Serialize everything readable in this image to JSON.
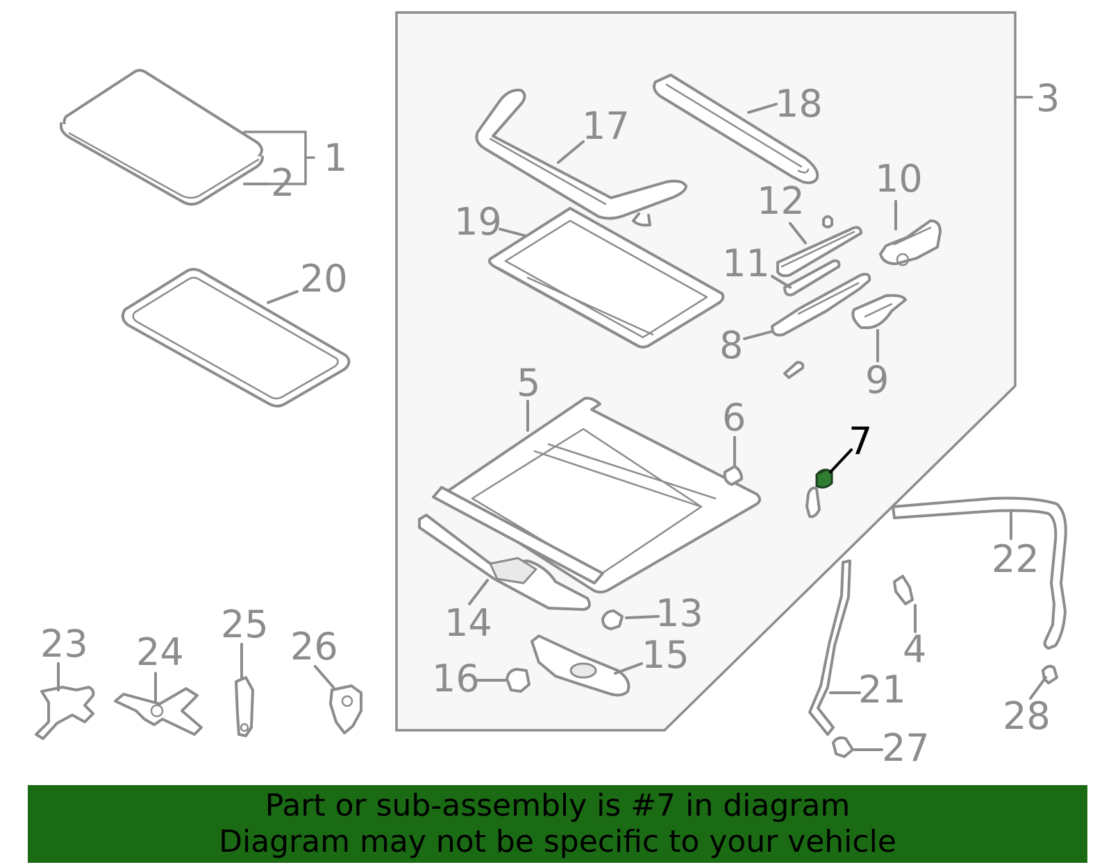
{
  "colors": {
    "line": "#8c8c8c",
    "panel_fill": "#f7f7f7",
    "highlight_part": "#2e7d32",
    "highlight_label": "#000000",
    "banner_bg": "#1a6b14",
    "banner_text": "#000000"
  },
  "callouts": {
    "c1": "1",
    "c2": "2",
    "c3": "3",
    "c4": "4",
    "c5": "5",
    "c6": "6",
    "c7": "7",
    "c8": "8",
    "c9": "9",
    "c10": "10",
    "c11": "11",
    "c12": "12",
    "c13": "13",
    "c14": "14",
    "c15": "15",
    "c16": "16",
    "c17": "17",
    "c18": "18",
    "c19": "19",
    "c20": "20",
    "c21": "21",
    "c22": "22",
    "c23": "23",
    "c24": "24",
    "c25": "25",
    "c26": "26",
    "c27": "27",
    "c28": "28"
  },
  "highlighted_callout": "7",
  "banner": {
    "line1": "Part or sub-assembly is #7 in diagram",
    "line2": "Diagram may not be specific to your vehicle"
  }
}
